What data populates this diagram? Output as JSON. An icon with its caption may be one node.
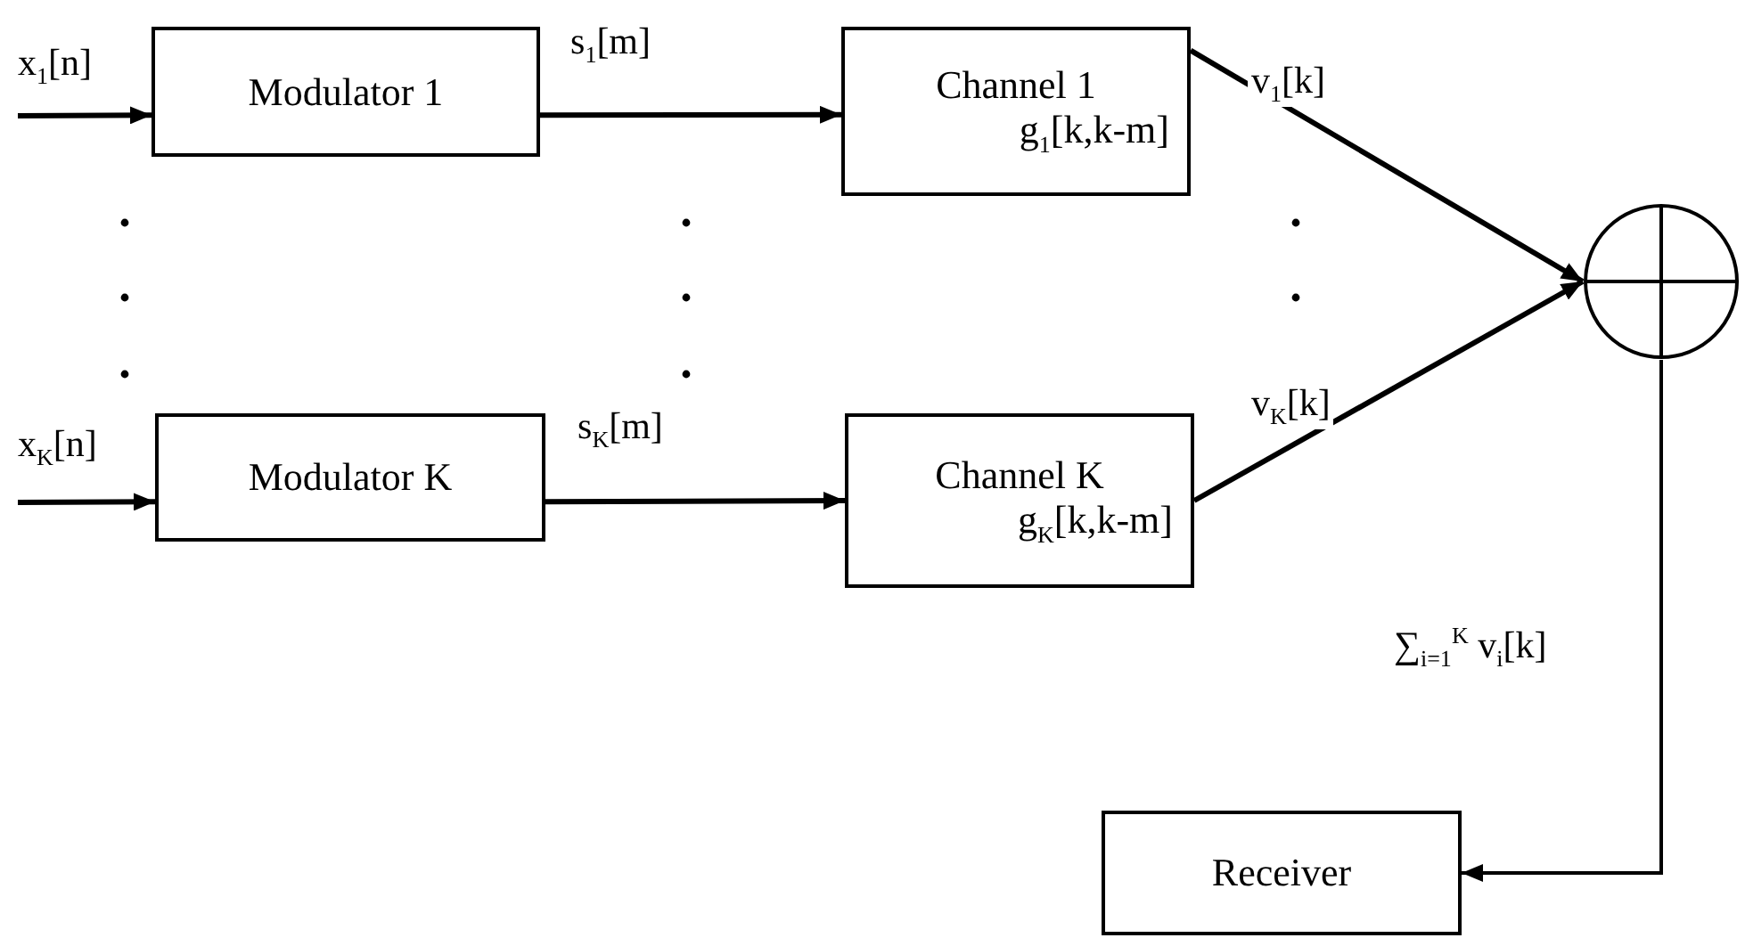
{
  "diagram": {
    "nodes": [
      {
        "text": [
          "Modulator 1"
        ]
      },
      {
        "text": [
          "Channel 1",
          "g$_{1}$[k,k-m]"
        ]
      },
      {
        "text": [
          "Modulator K"
        ]
      },
      {
        "text": [
          "Channel K",
          "g$_{K}$[k,k-m]"
        ]
      },
      {
        "text": [],
        "shape": "circle"
      },
      {
        "text": [
          "Receiver"
        ]
      }
    ],
    "edges": [
      {
        "from": null,
        "to": 0,
        "arrow": "to",
        "label": "x$_{1}$[n]"
      },
      {
        "from": 0,
        "to": 1,
        "arrow": "to",
        "label": "s$_{1}$[m]"
      },
      {
        "from": 1,
        "to": 4,
        "arrow": "to",
        "label": "v$_{1}$[k]"
      },
      {
        "from": null,
        "to": 2,
        "arrow": "to",
        "label": "x$_{K}$[n]"
      },
      {
        "from": 2,
        "to": 3,
        "arrow": "to",
        "label": "s$_{K}$[m]"
      },
      {
        "from": 3,
        "to": 4,
        "arrow": "to",
        "label": "v$_{K}$[k]"
      },
      {
        "from": 4,
        "to": 5,
        "arrow": "to",
        "label": "∑$_{i=1}$$^{K}$ v$_{i}$[k]"
      }
    ]
  }
}
